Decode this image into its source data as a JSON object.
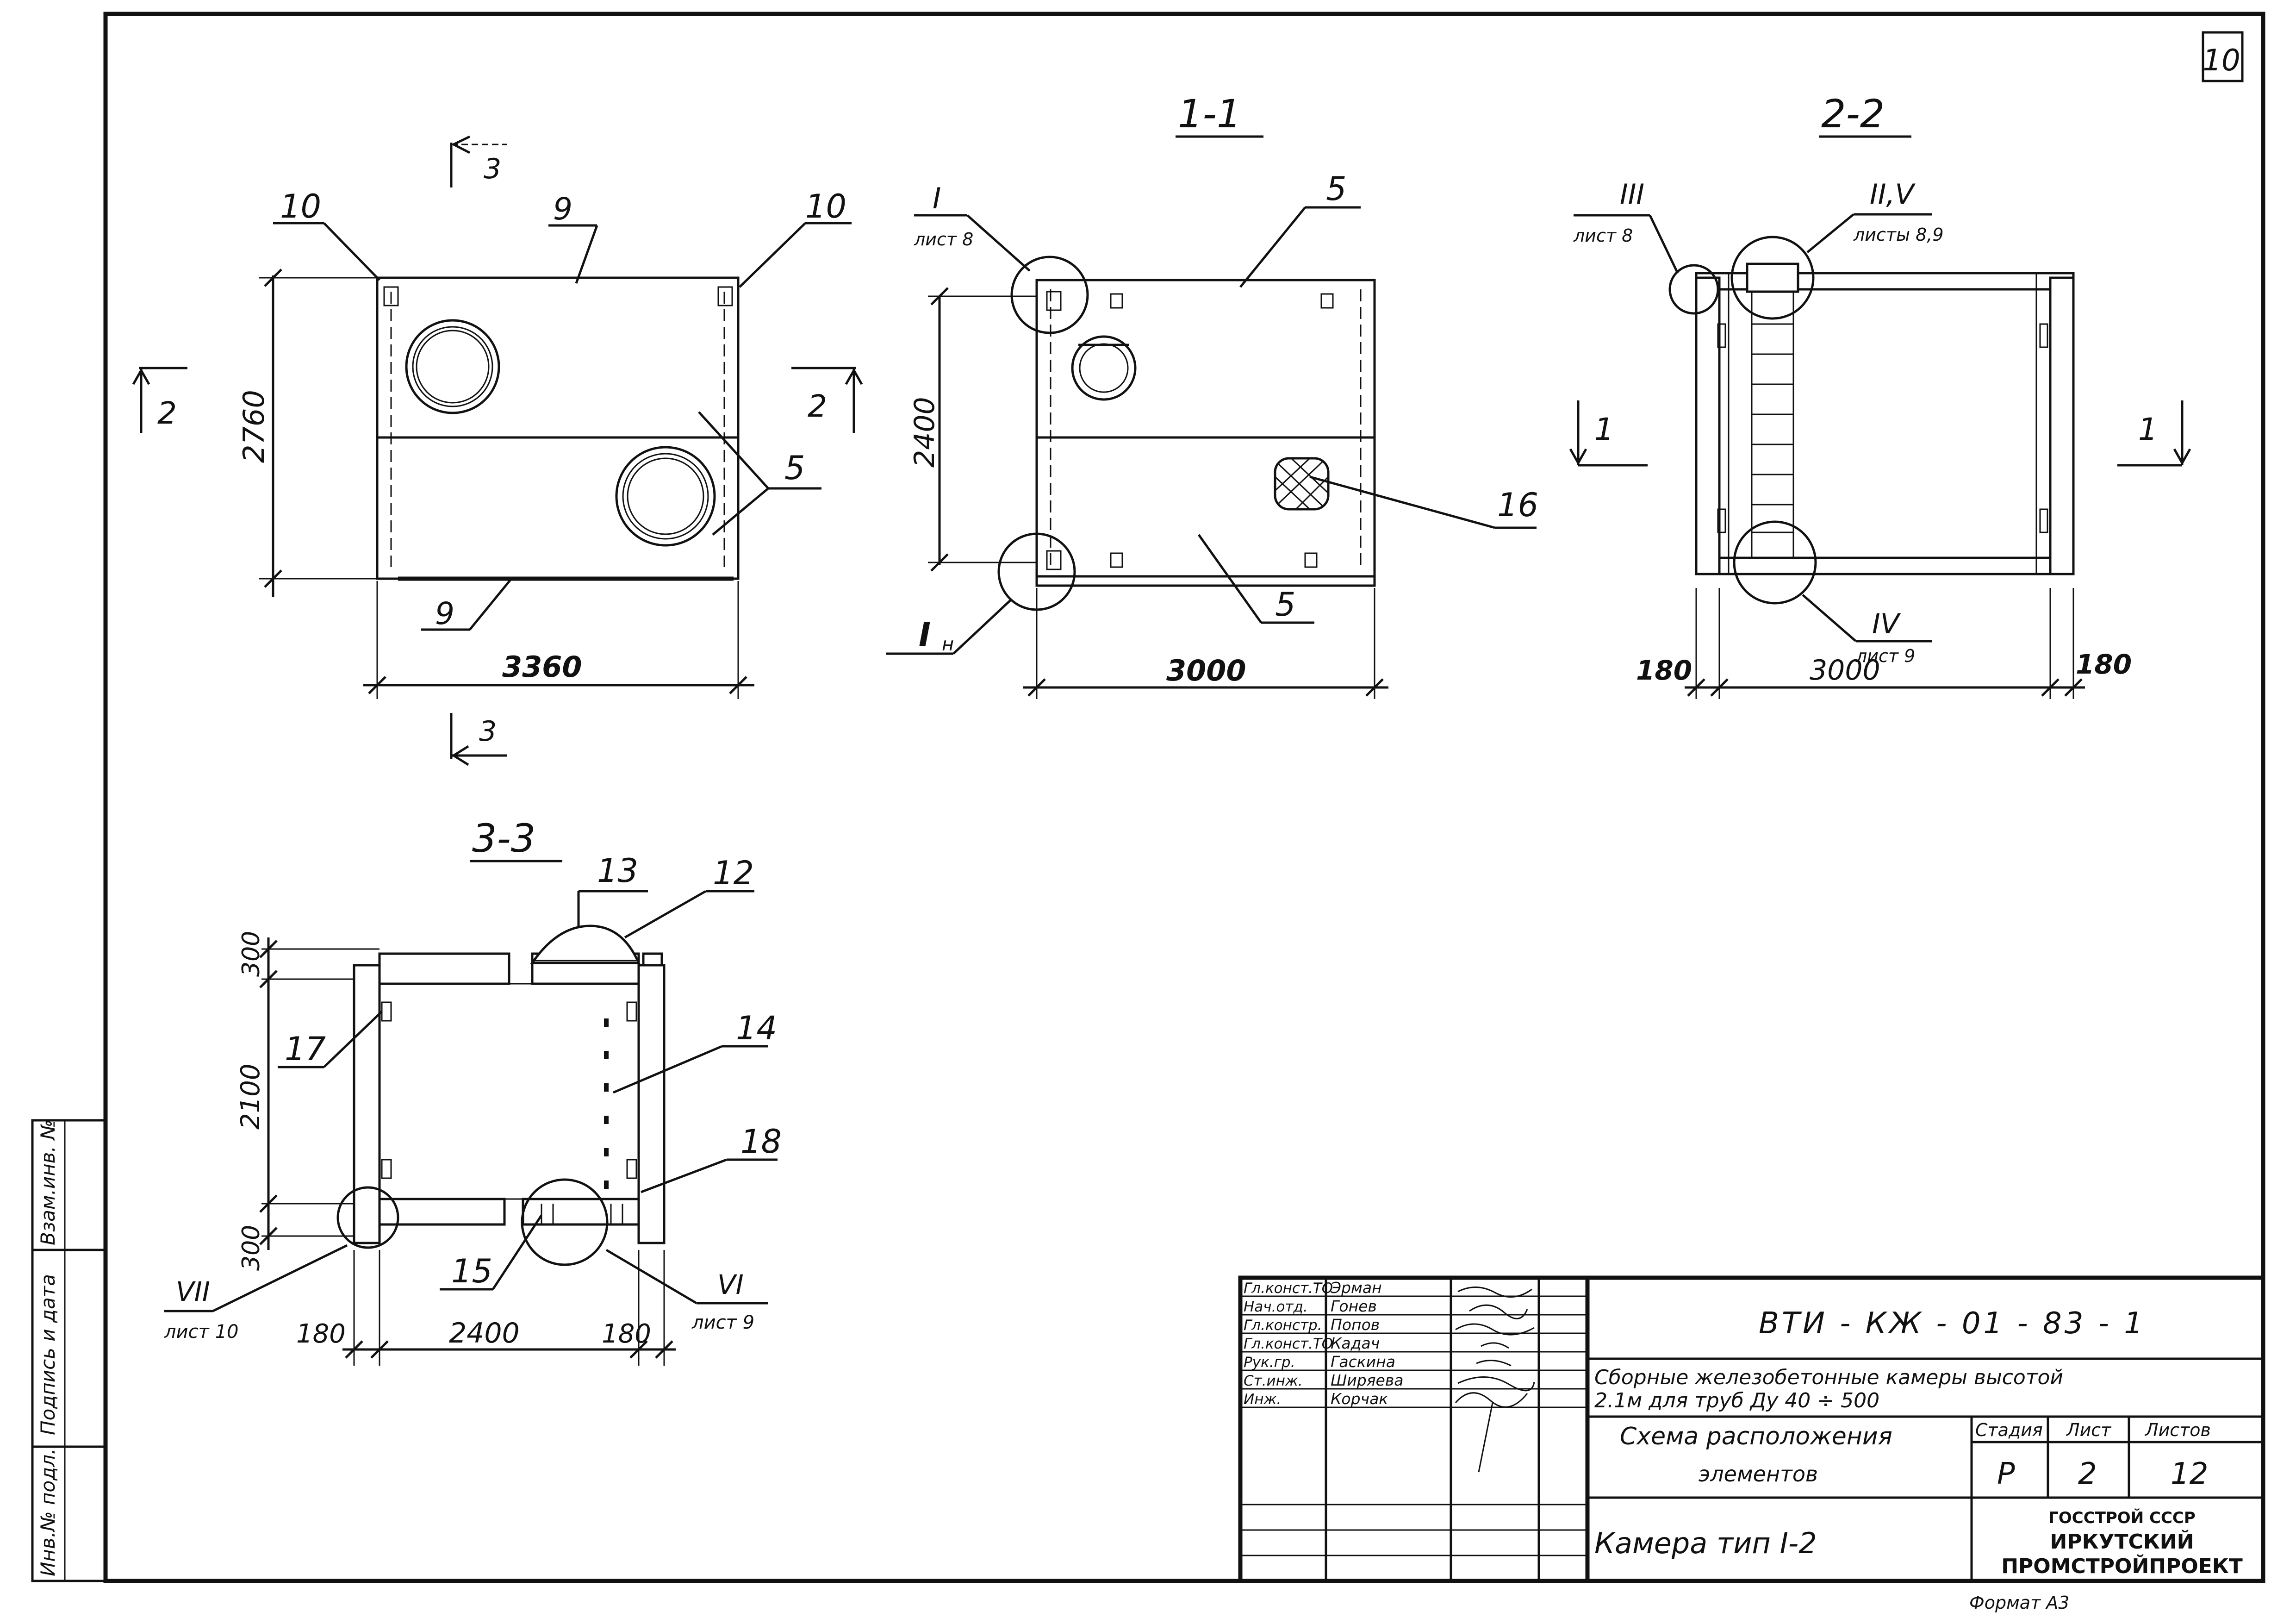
{
  "sheet_number": "10",
  "views": {
    "plan": {
      "section_marks": {
        "top": "3",
        "bottom": "3",
        "left": "2",
        "right": "2"
      },
      "callouts": {
        "top_left": "10",
        "top_right": "10",
        "top": "9",
        "bottom": "9",
        "slabs": "5"
      },
      "dims": {
        "height": "2760",
        "width": "3360"
      }
    },
    "s11": {
      "title": "1-1",
      "callouts": {
        "top": "5",
        "bottom": "5",
        "hatch": "16"
      },
      "detail_top": {
        "numeral": "I",
        "sheet": "лист 8"
      },
      "detail_bottom": {
        "numeral": "I",
        "sub": "н"
      },
      "dims": {
        "height": "2400",
        "width": "3000"
      }
    },
    "s22": {
      "title": "2-2",
      "section_marks": {
        "left": "1",
        "right": "1"
      },
      "detail_tl": {
        "numeral": "III",
        "sheet": "лист 8"
      },
      "detail_top": {
        "numeral": "II,V",
        "sheet": "листы 8,9"
      },
      "detail_bottom": {
        "numeral": "IV",
        "sheet": "лист 9"
      },
      "dims": {
        "left": "180",
        "width": "3000",
        "right": "180"
      }
    },
    "s33": {
      "title": "3-3",
      "callouts": {
        "c13": "13",
        "c12": "12",
        "c14": "14",
        "c17": "17",
        "c18": "18",
        "c15": "15"
      },
      "detail_left": {
        "numeral": "VII",
        "sheet": "лист 10"
      },
      "detail_right": {
        "numeral": "VI",
        "sheet": "лист 9"
      },
      "dims": {
        "top": "300",
        "mid": "2100",
        "bottom": "300",
        "left": "180",
        "width": "2400",
        "right": "180"
      }
    }
  },
  "side_stamp": {
    "labels": [
      "Инв.№ подл.",
      "Подпись и дата",
      "Взам.инв. №"
    ]
  },
  "title_block": {
    "roles": [
      "Гл.конст.ТО",
      "Нач.отд.",
      "Гл.констр.",
      "Гл.конст.ТО",
      "Рук.гр.",
      "Ст.инж.",
      "Инж."
    ],
    "names": [
      "Эрман",
      "Гонев",
      "Попов",
      "Кадач",
      "Гаскина",
      "Шиpяева",
      "Корчак"
    ],
    "code": "ВТИ - КЖ - 01 - 83 - 1",
    "description_1": "Сборные железобетонные камеры высотой",
    "description_2": "2.1м  для труб  Ду 40 ÷ 500",
    "drawing_title_1": "Схема расположения",
    "drawing_title_2": "элементов",
    "stage_label": "Стадия",
    "sheet_label": "Лист",
    "sheets_label": "Листов",
    "stage": "Р",
    "sheet": "2",
    "sheets": "12",
    "chamber": "Камера тип  I-2",
    "org_1": "ГОССТРОЙ СССР",
    "org_2": "ИРКУТСКИЙ",
    "org_3": "ПРОМСТРОЙПРОЕКТ",
    "format": "Формат А3"
  }
}
